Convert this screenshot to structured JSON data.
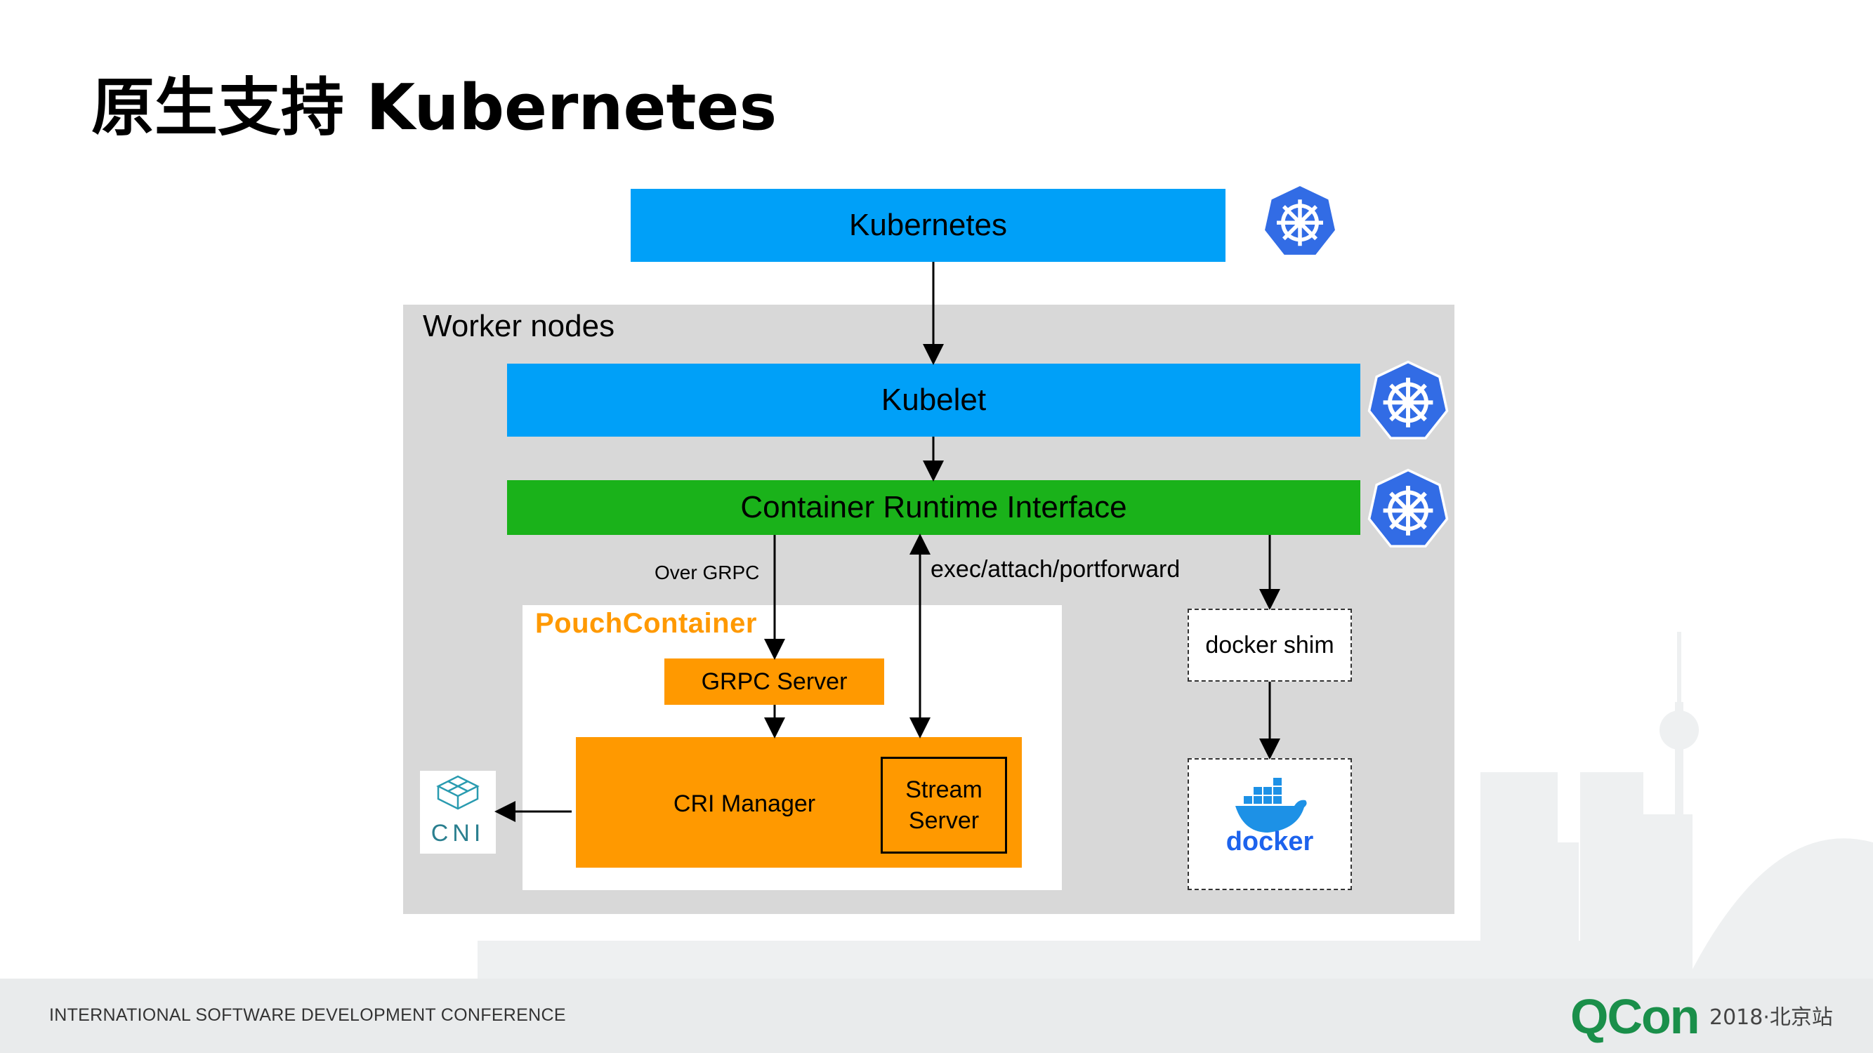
{
  "title": "原生支持 Kubernetes",
  "boxes": {
    "kubernetes": "Kubernetes",
    "worker_nodes": "Worker nodes",
    "kubelet": "Kubelet",
    "cri": "Container Runtime Interface",
    "grpc_server": "GRPC Server",
    "cri_manager": "CRI Manager",
    "stream_server": "Stream Server",
    "docker_shim": "docker shim"
  },
  "labels": {
    "over_grpc": "Over GRPC",
    "exec": "exec/attach/portforward"
  },
  "logos": {
    "pouch": "PouchContainer",
    "docker": "docker",
    "cni": "CNI",
    "kubernetes_icon": "kubernetes-helm-icon"
  },
  "footer": {
    "conference": "INTERNATIONAL SOFTWARE DEVELOPMENT CONFERENCE",
    "brand": "QCon",
    "year": "2018·北京站"
  },
  "colors": {
    "kubernetes_blue": "#00a0f8",
    "cri_green": "#1ab21a",
    "pouch_orange": "#ff9900",
    "worker_gray": "#d8d8d8",
    "k8s_icon": "#326ce5",
    "qcon_green": "#1a8f4a"
  }
}
